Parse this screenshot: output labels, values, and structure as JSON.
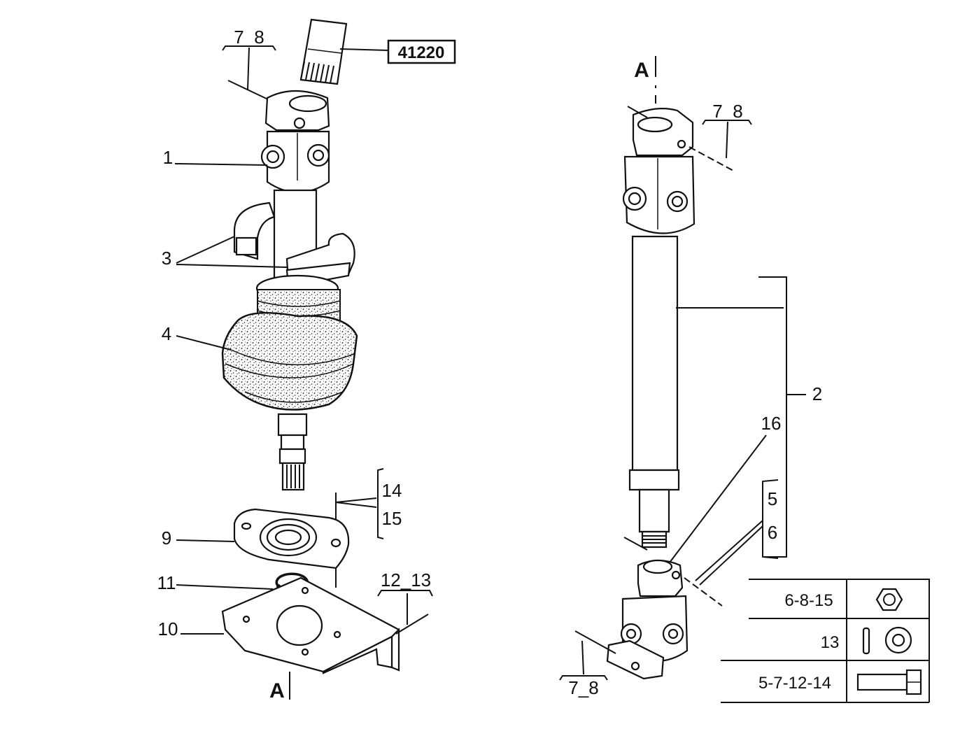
{
  "diagram": {
    "left_assembly": {
      "ref_box": "41220",
      "callouts": {
        "c78_top": "7_8",
        "c1": "1",
        "c3": "3",
        "c4": "4",
        "c14": "14",
        "c15": "15",
        "c9": "9",
        "c11": "11",
        "c10": "10",
        "c1213": "12_13",
        "section_a": "A"
      }
    },
    "right_assembly": {
      "callouts": {
        "section_a": "A",
        "c78_top": "7_8",
        "c2": "2",
        "c16": "16",
        "c5": "5",
        "c6": "6",
        "c78_bottom": "7_8"
      }
    },
    "hardware_table": {
      "rows": [
        {
          "label": "6-8-15",
          "icon": "hex-nut-icon"
        },
        {
          "label": "13",
          "icon": "washer-icon"
        },
        {
          "label": "5-7-12-14",
          "icon": "bolt-icon"
        }
      ]
    }
  }
}
